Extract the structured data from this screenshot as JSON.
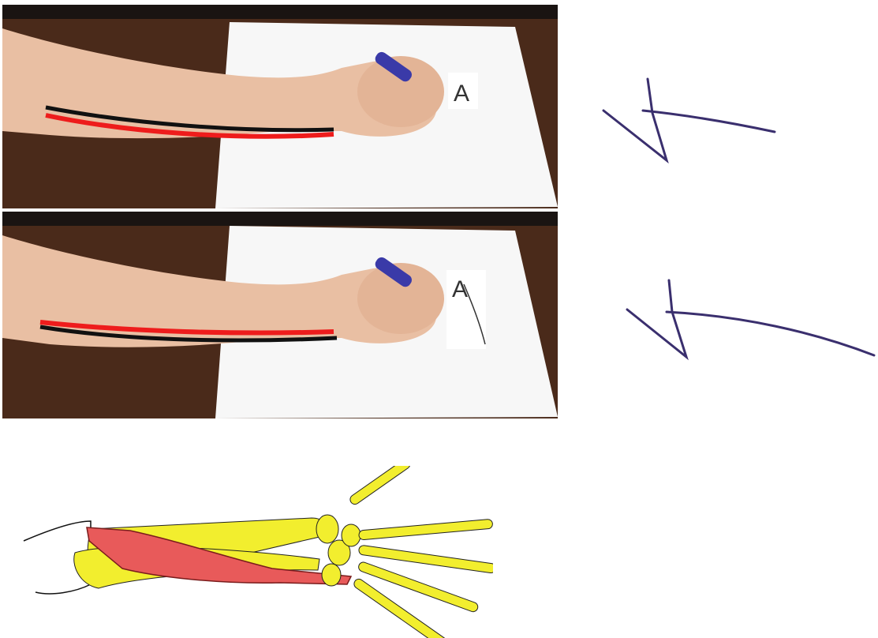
{
  "figure": {
    "panels": [
      {
        "id": "top",
        "letter": "A",
        "stroke_order": [
          "black",
          "red"
        ]
      },
      {
        "id": "bottom",
        "letter": "A",
        "stroke_order": [
          "red",
          "black"
        ]
      }
    ],
    "signatures": [
      {
        "id": "signature-top",
        "shape": "short-tail"
      },
      {
        "id": "signature-bottom",
        "shape": "long-tail"
      }
    ],
    "colors": {
      "muscle_line_red": "#ee1c1c",
      "muscle_line_black": "#111111",
      "ink": "#3a2f6e",
      "bone": "#f2ee2e",
      "muscle": "#e85a5a",
      "wood": "#4a2a1a",
      "skin": "#e9bfa3"
    },
    "icons": [
      "pen-icon",
      "forearm-skeleton-illustration"
    ]
  }
}
